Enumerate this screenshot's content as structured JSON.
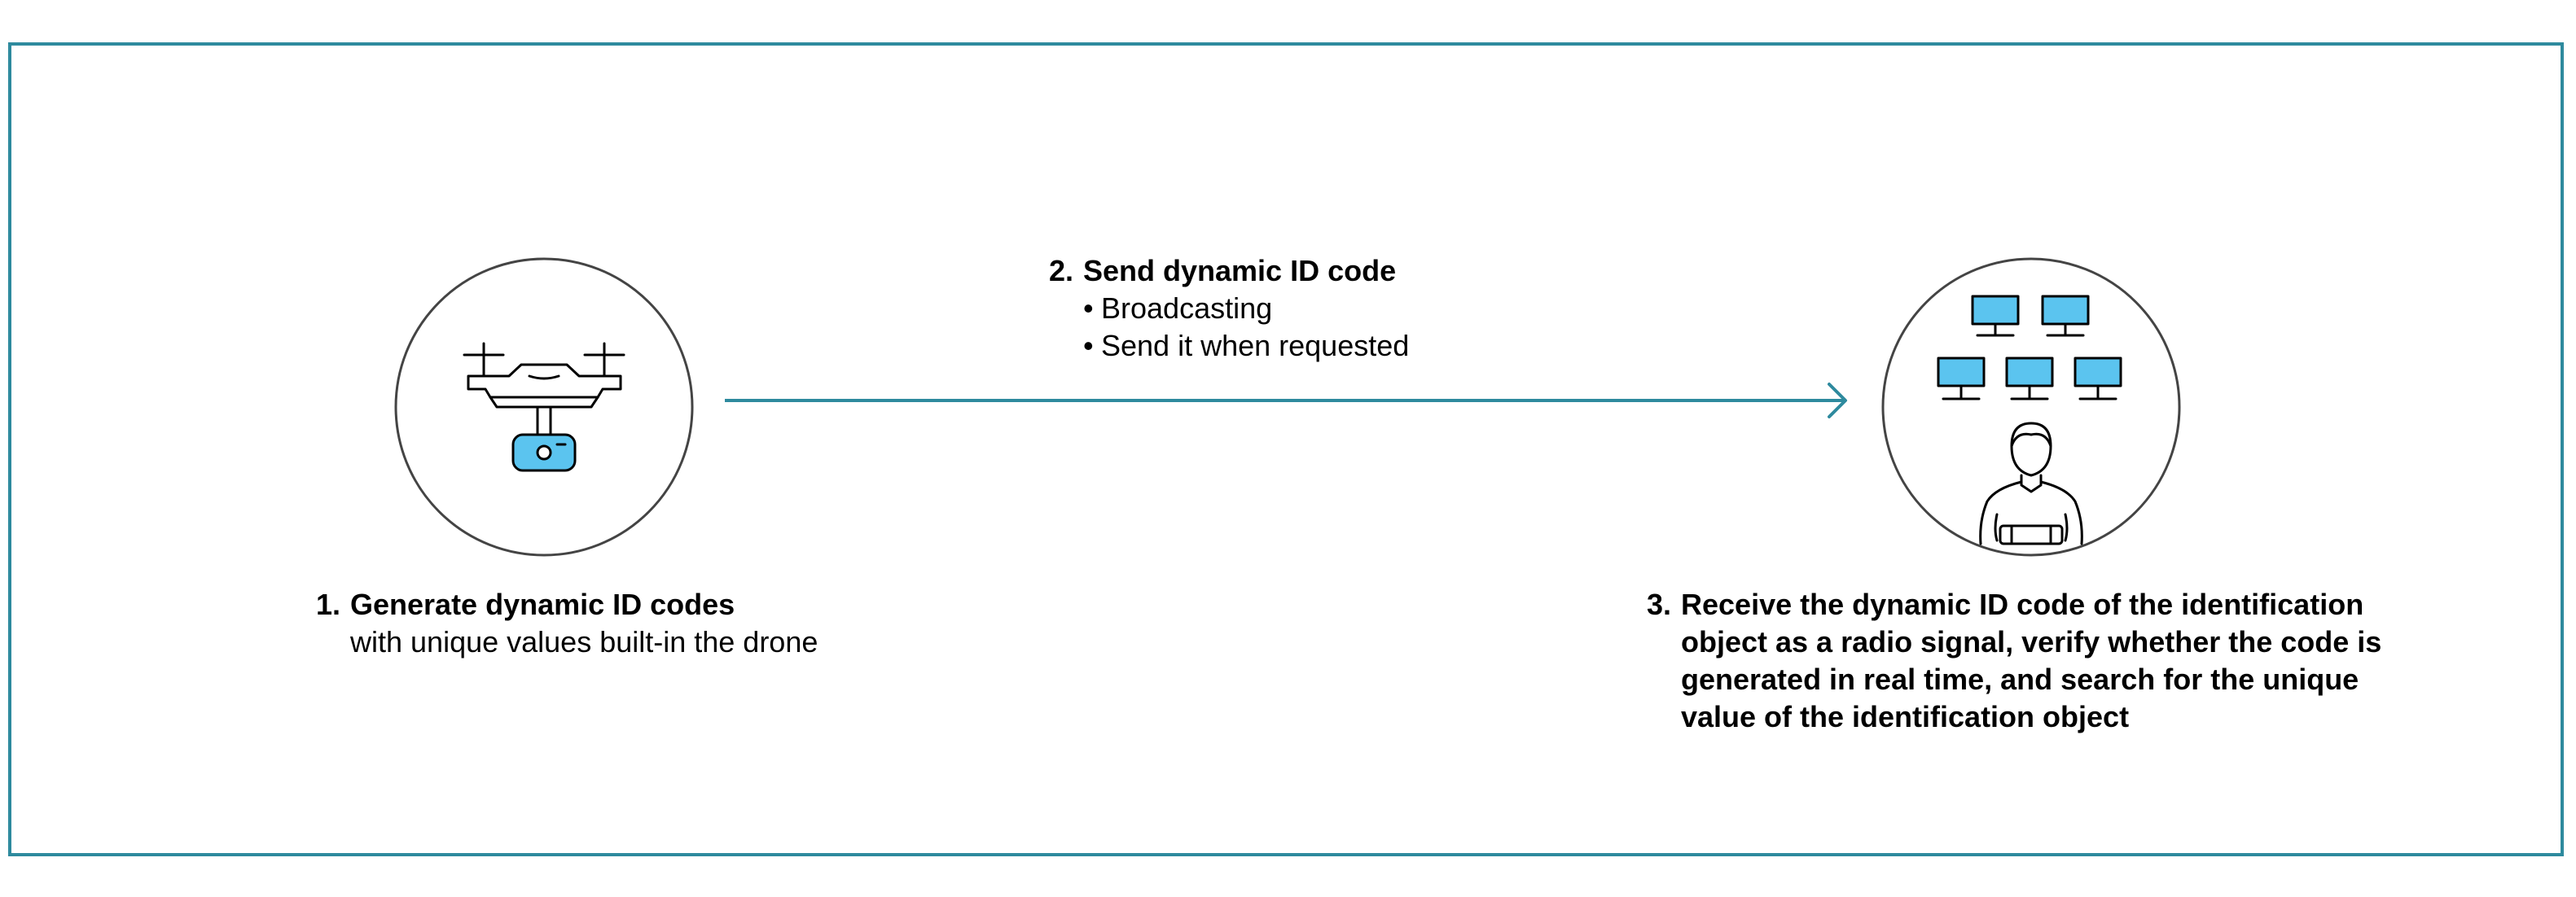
{
  "colors": {
    "frame": "#2e8a9e",
    "arrow": "#2e8a9e",
    "accent_fill": "#5bc4ef",
    "outline": "#000000",
    "circle": "#444444"
  },
  "icons": {
    "left": "drone-icon",
    "right": "operator-monitors-icon"
  },
  "step1": {
    "num": "1.",
    "title": "Generate dynamic ID codes",
    "line": "with unique values built-in the drone"
  },
  "step2": {
    "num": "2.",
    "title": "Send dynamic ID code",
    "bullet_char": "•",
    "bullets": [
      "Broadcasting",
      "Send it when requested"
    ]
  },
  "step3": {
    "num": "3.",
    "title_lines": [
      "Receive the dynamic ID code of the identification",
      "object as a radio signal, verify whether the code is",
      "generated in real time, and search for the unique",
      "value of the identification object"
    ]
  }
}
